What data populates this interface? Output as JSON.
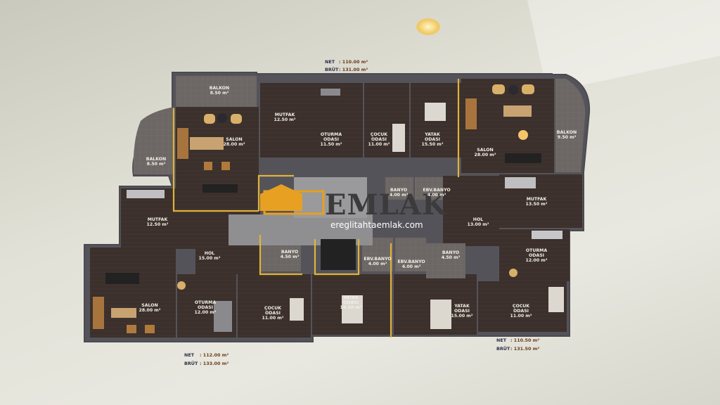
{
  "plan": {
    "colors": {
      "wall": "#5c5b60",
      "floor": "#3b302b",
      "tile": "#6a6562",
      "accent": "#e0b33a",
      "furniture": "#b07a3c",
      "bed": "#dcd7cf"
    },
    "logo": {
      "main": "EMLAK",
      "sub": "ereglitahtaemlak.com"
    },
    "stats": {
      "top": {
        "net_label": "NET",
        "net_value": ": 110.00 m²",
        "brut_label": "BRÜT",
        "brut_value": ": 131.00 m²"
      },
      "bottom_left": {
        "net_label": "NET",
        "net_value": ": 112.00 m²",
        "brut_label": "BRÜT",
        "brut_value": ": 133.00 m²"
      },
      "bottom_right": {
        "net_label": "NET",
        "net_value": ": 110.50 m²",
        "brut_label": "BRÜT",
        "brut_value": ": 131.50 m²"
      }
    },
    "rooms": [
      {
        "name": "BALKON",
        "area": "8.50 m²"
      },
      {
        "name": "MUTFAK",
        "area": "12.50 m²"
      },
      {
        "name": "SALON",
        "area": "28.00 m²"
      },
      {
        "name": "BALKON",
        "area": "8.50 m²"
      },
      {
        "name": "OTURMA ODASI",
        "area": "11.50 m²"
      },
      {
        "name": "ÇOCUK ODASI",
        "area": "11.00 m²"
      },
      {
        "name": "YATAK ODASI",
        "area": "15.50 m²"
      },
      {
        "name": "SALON",
        "area": "28.00 m²"
      },
      {
        "name": "BALKON",
        "area": "9.50 m²"
      },
      {
        "name": "BANYO",
        "area": "4.00 m²"
      },
      {
        "name": "EBV.BANYO",
        "area": "4.00 m²"
      },
      {
        "name": "MUTFAK",
        "area": "13.50 m²"
      },
      {
        "name": "MUTFAK",
        "area": "12.50 m²"
      },
      {
        "name": "HOL",
        "area": "13.00 m²"
      },
      {
        "name": "HOL",
        "area": "15.00 m²"
      },
      {
        "name": "BANYO",
        "area": "4.50 m²"
      },
      {
        "name": "EBV.BANYO",
        "area": "4.00 m²"
      },
      {
        "name": "EBV.BANYO",
        "area": "4.00 m²"
      },
      {
        "name": "BANYO",
        "area": "4.50 m²"
      },
      {
        "name": "OTURMA ODASI",
        "area": "12.00 m²"
      },
      {
        "name": "SALON",
        "area": "28.00 m²"
      },
      {
        "name": "OTURMA ODASI",
        "area": "12.00 m²"
      },
      {
        "name": "ÇOCUK ODASI",
        "area": "11.00 m²"
      },
      {
        "name": "YATAK ODASI",
        "area": "16.50 m²"
      },
      {
        "name": "YATAK ODASI",
        "area": "15.00 m²"
      },
      {
        "name": "ÇOCUK ODASI",
        "area": "11.00 m²"
      }
    ]
  }
}
